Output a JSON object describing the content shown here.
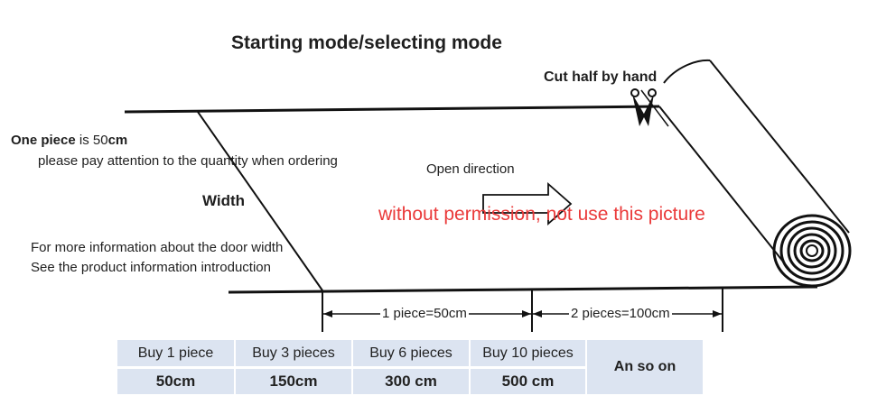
{
  "title": "Starting mode/selecting mode",
  "cut_label": "Cut half by hand",
  "one_piece": {
    "bold_a": "One piece",
    "mid": " is 50",
    "bold_b": "cm"
  },
  "attention_text": "please pay attention to the quantity when ordering",
  "width_label": "Width",
  "open_direction": "Open direction",
  "watermark": "without permission,  not use this picture",
  "more_info": "For more information about the door width",
  "see_info": "See the product information introduction",
  "dimension_1": "1 piece=50cm",
  "dimension_2": "2 pieces=100cm",
  "table": {
    "headers": [
      "Buy 1 piece",
      "Buy 3 pieces",
      "Buy 6 pieces",
      "Buy 10 pieces"
    ],
    "values": [
      "50cm",
      "150cm",
      "300 cm",
      "500 cm"
    ],
    "extra": "An so on"
  },
  "colors": {
    "watermark": "#ea3a3a",
    "table_bg": "#dce4f1",
    "line": "#111111"
  }
}
